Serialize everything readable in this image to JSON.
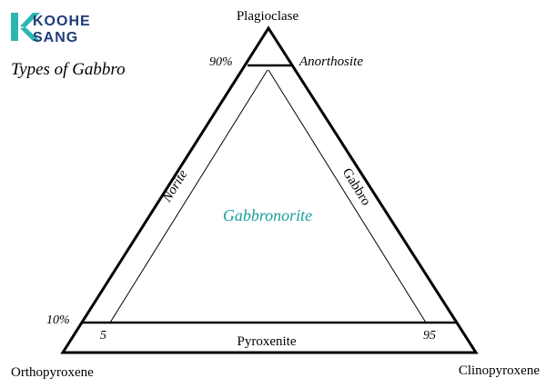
{
  "logo": {
    "line1": "KOOHE",
    "line2": "SANG",
    "colors": {
      "k": "#2bb6b3",
      "letters": "#1f3c7a"
    }
  },
  "title": "Types of Gabbro",
  "vertices": {
    "top": "Plagioclase",
    "bottom_left": "Orthopyroxene",
    "bottom_right": "Clinopyroxene"
  },
  "levels": {
    "upper": "90%",
    "lower": "10%"
  },
  "fields": {
    "anorthosite": "Anorthosite",
    "norite": "Norite",
    "gabbro": "Gabbro",
    "gabbronorite": "Gabbronorite",
    "pyroxenite": "Pyroxenite"
  },
  "ticks": {
    "left": "5",
    "right": "95"
  },
  "colors": {
    "gabbronorite": "#1a9e9e",
    "lines": "#000000"
  }
}
